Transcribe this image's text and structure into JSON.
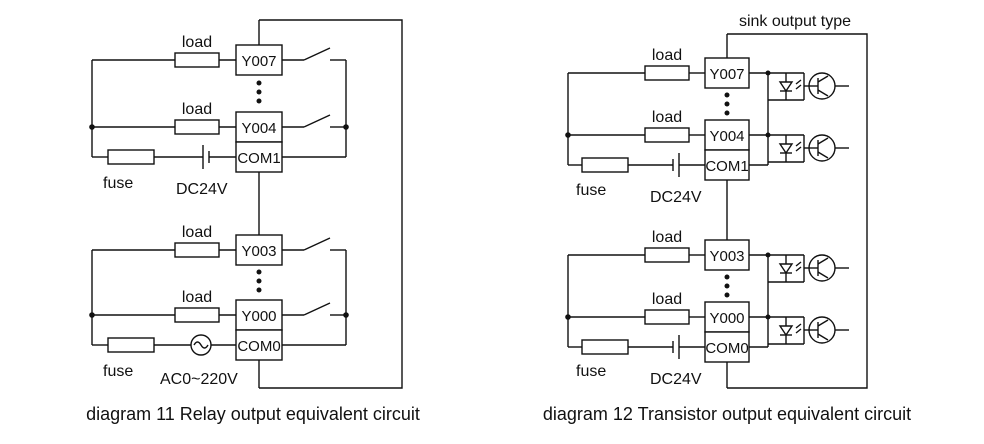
{
  "diagram11": {
    "caption": "diagram 11 Relay output equivalent circuit",
    "terminals": {
      "y007": "Y007",
      "y004": "Y004",
      "com1": "COM1",
      "y003": "Y003",
      "y000": "Y000",
      "com0": "COM0"
    },
    "load_label": "load",
    "fuse_label": "fuse",
    "dc_supply": "DC24V",
    "ac_supply": "AC0~220V"
  },
  "diagram12": {
    "caption": "diagram 12 Transistor output equivalent circuit",
    "header": "sink output type",
    "terminals": {
      "y007": "Y007",
      "y004": "Y004",
      "com1": "COM1",
      "y003": "Y003",
      "y000": "Y000",
      "com0": "COM0"
    },
    "load_label": "load",
    "fuse_label": "fuse",
    "dc_supply_top": "DC24V",
    "dc_supply_bottom": "DC24V"
  }
}
